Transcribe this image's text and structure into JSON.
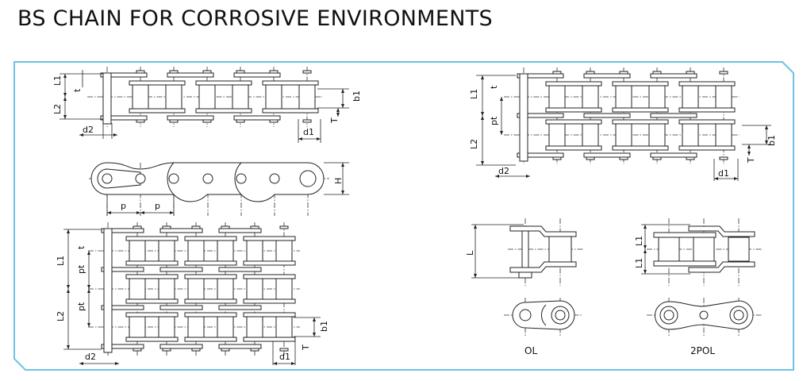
{
  "title": "BS CHAIN FOR CORROSIVE ENVIRONMENTS",
  "colors": {
    "frame": "#6cc3e6",
    "line": "#222222"
  },
  "single": {
    "L1": "L1",
    "L2": "L2",
    "t": "t",
    "b1": "b1",
    "T": "T",
    "d2": "d2",
    "d1": "d1",
    "p1": "p",
    "p2": "p",
    "H": "H"
  },
  "double": {
    "L1": "L1",
    "L2": "L2",
    "t": "t",
    "pt": "pt",
    "b1": "b1",
    "T": "T",
    "d2": "d2",
    "d1": "d1"
  },
  "triple": {
    "L1": "L1",
    "L2": "L2",
    "t": "t",
    "pt1": "pt",
    "pt2": "pt",
    "b1": "b1",
    "T": "T",
    "d2": "d2",
    "d1": "d1"
  },
  "ol": {
    "L": "L",
    "caption": "OL"
  },
  "pol": {
    "L1a": "L1",
    "L1b": "L1",
    "caption": "2POL"
  }
}
